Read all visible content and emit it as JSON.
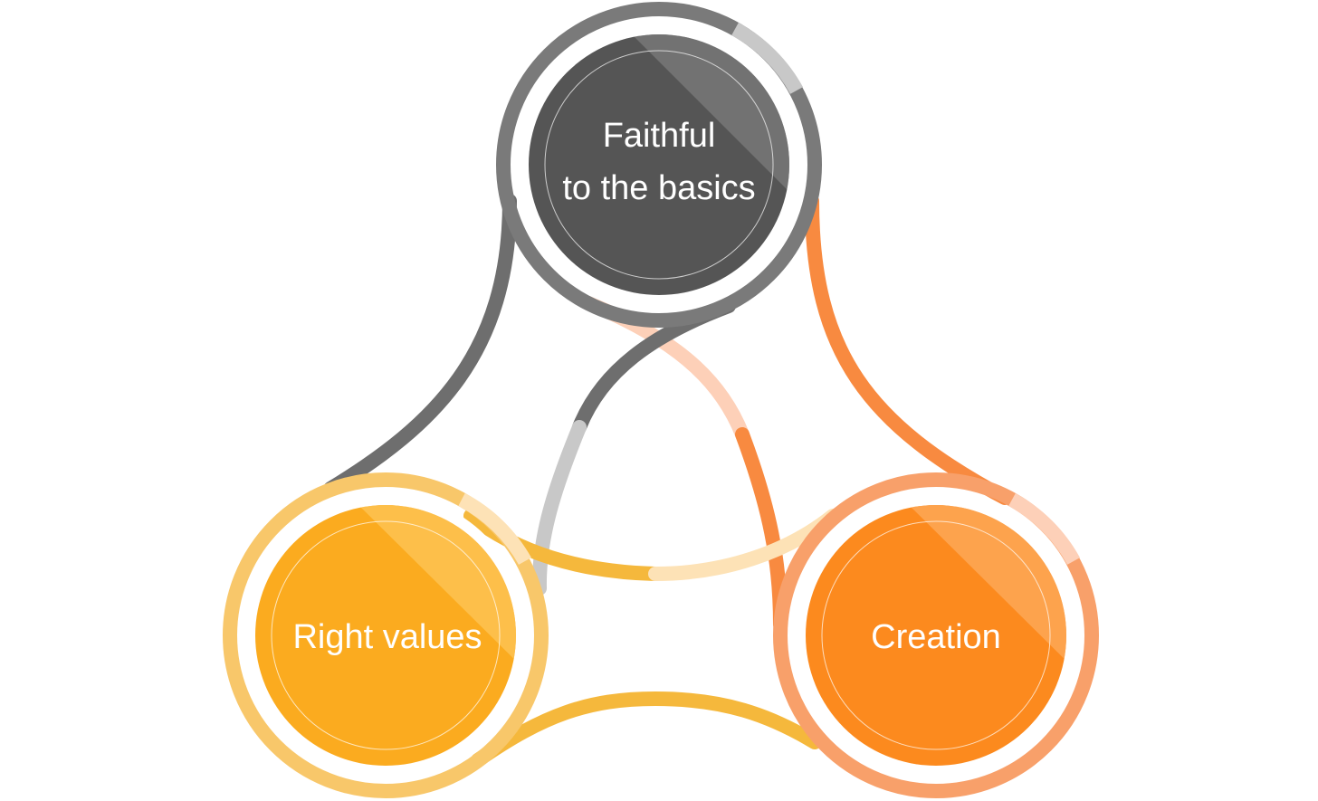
{
  "diagram": {
    "nodes": [
      {
        "id": "top",
        "lines": [
          "Faithful",
          "to the basics"
        ],
        "color": "#555555",
        "ring_color": "#7a7a7a",
        "highlight": "#8a8a8a"
      },
      {
        "id": "left",
        "lines": [
          "Right values"
        ],
        "color": "#fbab1f",
        "ring_color": "#f8c76a",
        "highlight": "#fdc55a"
      },
      {
        "id": "right",
        "lines": [
          "Creation"
        ],
        "color": "#fc8a1e",
        "ring_color": "#f8a06a",
        "highlight": "#fdab5e"
      }
    ],
    "connectors": {
      "gray": "#6e6e6e",
      "gray_light": "#c8c8c8",
      "orange": "#f88a40",
      "orange_light": "#fdd0b8",
      "yellow": "#f5b83c",
      "yellow_light": "#fde2b6"
    }
  }
}
